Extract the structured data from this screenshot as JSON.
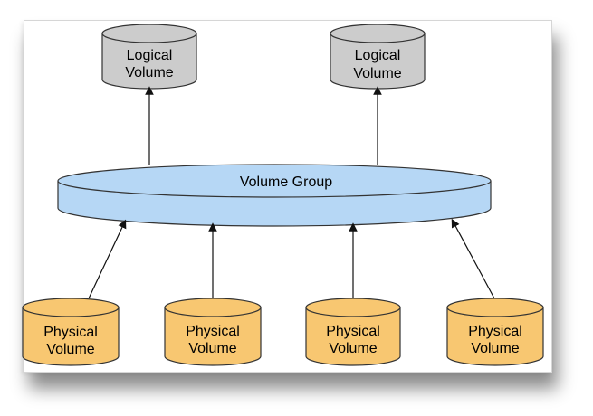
{
  "diagram": {
    "logical_volumes": [
      {
        "line1": "Logical",
        "line2": "Volume"
      },
      {
        "line1": "Logical",
        "line2": "Volume"
      }
    ],
    "volume_group": {
      "label": "Volume Group"
    },
    "physical_volumes": [
      {
        "line1": "Physical",
        "line2": "Volume"
      },
      {
        "line1": "Physical",
        "line2": "Volume"
      },
      {
        "line1": "Physical",
        "line2": "Volume"
      },
      {
        "line1": "Physical",
        "line2": "Volume"
      }
    ],
    "colors": {
      "logical_fill": "#cccccc",
      "group_fill": "#b6d7f5",
      "physical_fill": "#f8c771",
      "stroke": "#333333"
    }
  }
}
